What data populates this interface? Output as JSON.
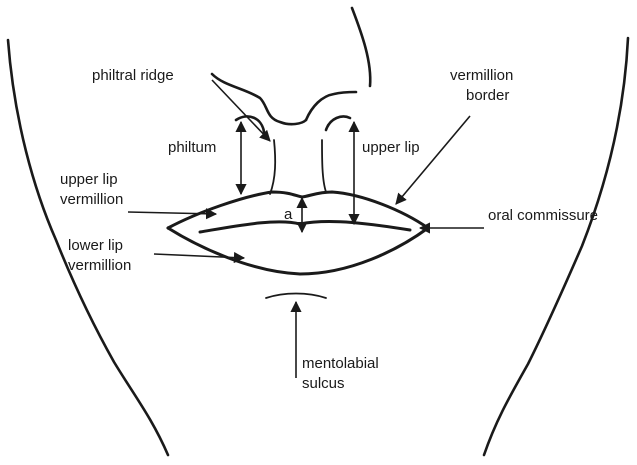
{
  "labels": {
    "philtral_ridge": "philtral ridge",
    "vermillion_border_1": "vermillion",
    "vermillion_border_2": "border",
    "philtum": "philtum",
    "upper_lip": "upper lip",
    "upper_lip_vermillion_1": "upper lip",
    "upper_lip_vermillion_2": "vermillion",
    "measure_a": "a",
    "oral_commissure": "oral commissure",
    "lower_lip_vermillion_1": "lower lip",
    "lower_lip_vermillion_2": "vermillion",
    "mentolabial_sulcus_1": "mentolabial",
    "mentolabial_sulcus_2": "sulcus"
  },
  "colors": {
    "ink": "#1a1a1a",
    "background": "#ffffff"
  }
}
